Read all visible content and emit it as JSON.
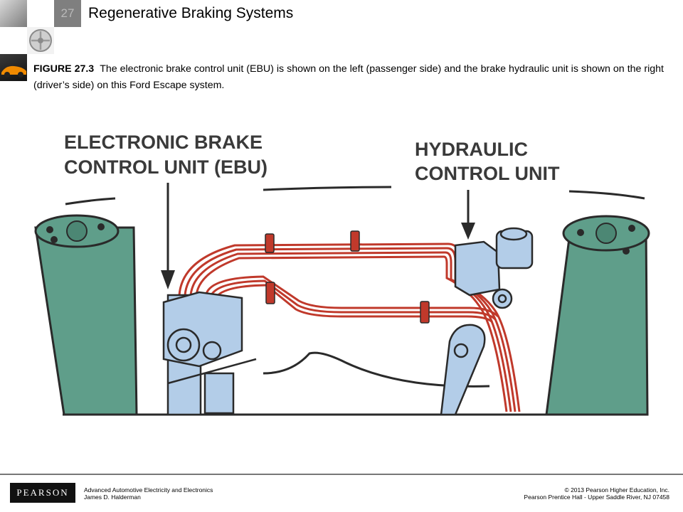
{
  "header": {
    "chapter_number": "27",
    "title": "Regenerative Braking Systems"
  },
  "caption": {
    "figure_label": "FIGURE 27.3",
    "text": "The electronic brake control unit (EBU) is shown on the left (passenger side) and the brake hydraulic unit is shown on the right (driver’s side) on this Ford Escape system."
  },
  "figure": {
    "ebu_label_line1": "ELECTRONIC BRAKE",
    "ebu_label_line2": "CONTROL UNIT (EBU)",
    "hcu_label_line1": "HYDRAULIC",
    "hcu_label_line2": "CONTROL UNIT",
    "colors": {
      "strut": "#5f9e8a",
      "unit": "#b3cde8",
      "brake_line": "#c0392b",
      "label": "#3a3a3a"
    }
  },
  "footer": {
    "logo_text": "PEARSON",
    "book_title": "Advanced Automotive Electricity and Electronics",
    "author": "James D. Halderman",
    "copyright_line1": "© 2013 Pearson Higher Education, Inc.",
    "copyright_line2": "Pearson Prentice Hall - Upper Saddle River, NJ 07458"
  }
}
